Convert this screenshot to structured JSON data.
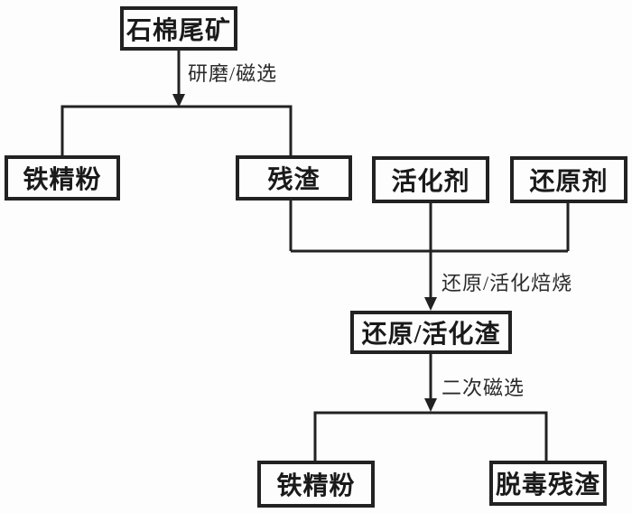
{
  "diagram": {
    "title": "asbestos-tailings-treatment-flowchart",
    "colors": {
      "background": "#fdfdfd",
      "line": "#222222",
      "text": "#1a1a1a"
    }
  },
  "nodes": [
    {
      "id": "asbestos-tailings",
      "label": "石棉尾矿"
    },
    {
      "id": "iron-concentrate-top",
      "label": "铁精粉"
    },
    {
      "id": "residue",
      "label": "残渣"
    },
    {
      "id": "activator",
      "label": "活化剂"
    },
    {
      "id": "reducing-agent",
      "label": "还原剂"
    },
    {
      "id": "reduction-activation-slag",
      "label": "还原/活化渣"
    },
    {
      "id": "iron-concentrate-bottom",
      "label": "铁精粉"
    },
    {
      "id": "detoxified-residue",
      "label": "脱毒残渣"
    }
  ],
  "edges": [
    {
      "id": "grinding-magnetic-separation",
      "label": "研磨/磁选"
    },
    {
      "id": "reduction-activation-roasting",
      "label": "还原/活化焙烧"
    },
    {
      "id": "secondary-magnetic-separation",
      "label": "二次磁选"
    }
  ]
}
